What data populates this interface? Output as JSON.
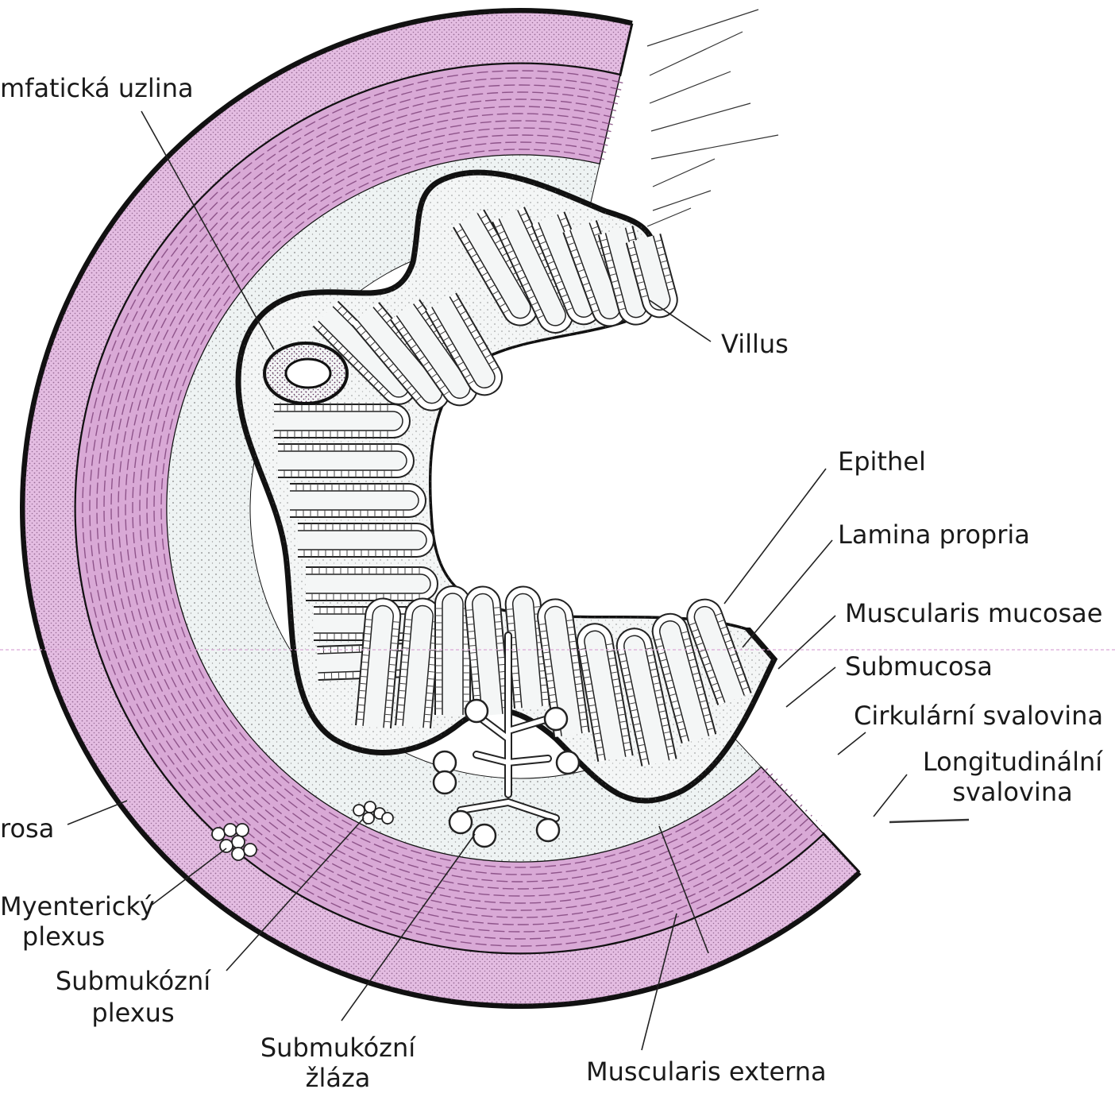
{
  "colors": {
    "muscle": "#d9a9d6",
    "muscle_stripe": "#7a3f77",
    "serosa": "#e4bde2",
    "submucosa": "#eef3f3",
    "lamina": "#f4f6f6",
    "outline": "#111111",
    "leader": "#222222",
    "guide": "#cc99cc"
  },
  "labels": {
    "lymph_node": "mfatická uzlina",
    "villus": "Villus",
    "epithel": "Epithel",
    "lamina_propria": "Lamina propria",
    "muscularis_mucosae": "Muscularis mucosae",
    "submucosa": "Submucosa",
    "circular_muscle": "Cirkulární svalovina",
    "longitudinal_line1": "Longitudinální",
    "longitudinal_line2": "svalovina",
    "serosa": "rosa",
    "myenteric_line1": "Myenterický",
    "myenteric_line2": "plexus",
    "submucosal_plexus_line1": "Submukózní",
    "submucosal_plexus_line2": "plexus",
    "submucosal_gland_line1": "Submukózní",
    "submucosal_gland_line2": "žláza",
    "muscularis_externa": "Muscularis externa"
  },
  "icons": {
    "lymph_node": "lymph-node-icon",
    "gland": "gland-icon",
    "plexus": "plexus-icon"
  }
}
